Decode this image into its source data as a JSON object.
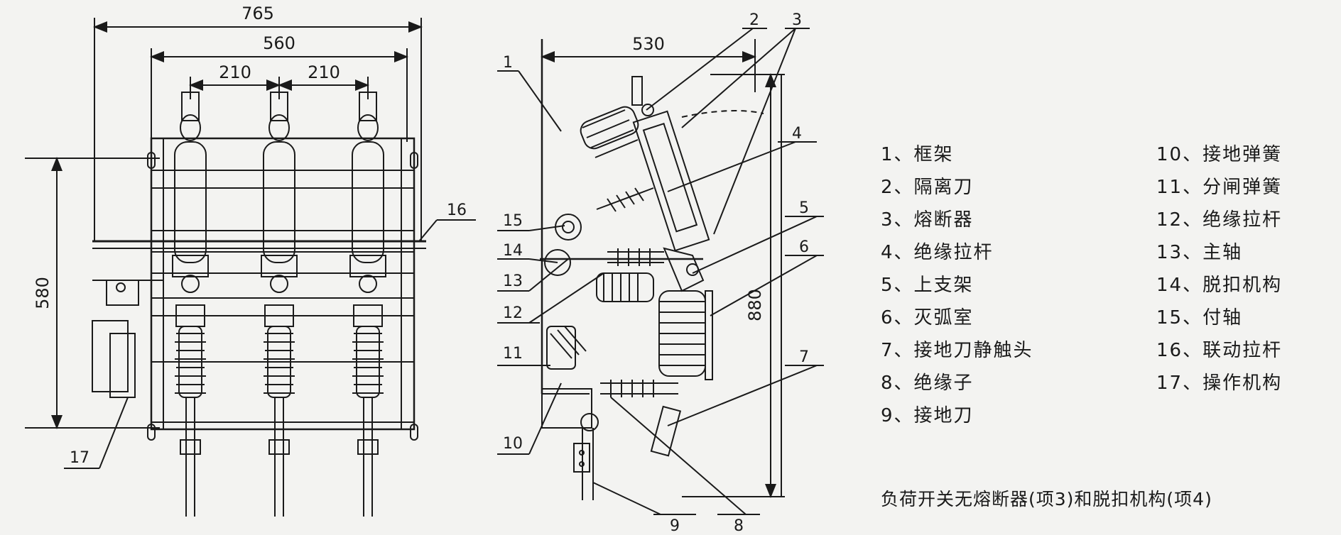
{
  "dimensions": {
    "front_overall_width": "765",
    "front_mount_width": "560",
    "front_pitch_left": "210",
    "front_pitch_right": "210",
    "front_height": "580",
    "side_depth": "530",
    "side_height": "880"
  },
  "callouts": [
    "1",
    "2",
    "3",
    "4",
    "5",
    "6",
    "7",
    "8",
    "9",
    "10",
    "11",
    "12",
    "13",
    "14",
    "15",
    "16",
    "17"
  ],
  "legend_left": [
    "1、框架",
    "2、隔离刀",
    "3、熔断器",
    "4、绝缘拉杆",
    "5、上支架",
    "6、灭弧室",
    "7、接地刀静触头",
    "8、绝缘子",
    "9、接地刀"
  ],
  "legend_right": [
    "10、接地弹簧",
    "11、分闸弹簧",
    "12、绝缘拉杆",
    "13、主轴",
    "14、脱扣机构",
    "15、付轴",
    "16、联动拉杆",
    "17、操作机构"
  ],
  "caption": "负荷开关无熔断器(项3)和脱扣机构(项4)",
  "colors": {
    "ink": "#1a1a1a",
    "paper": "#f3f3f1"
  }
}
